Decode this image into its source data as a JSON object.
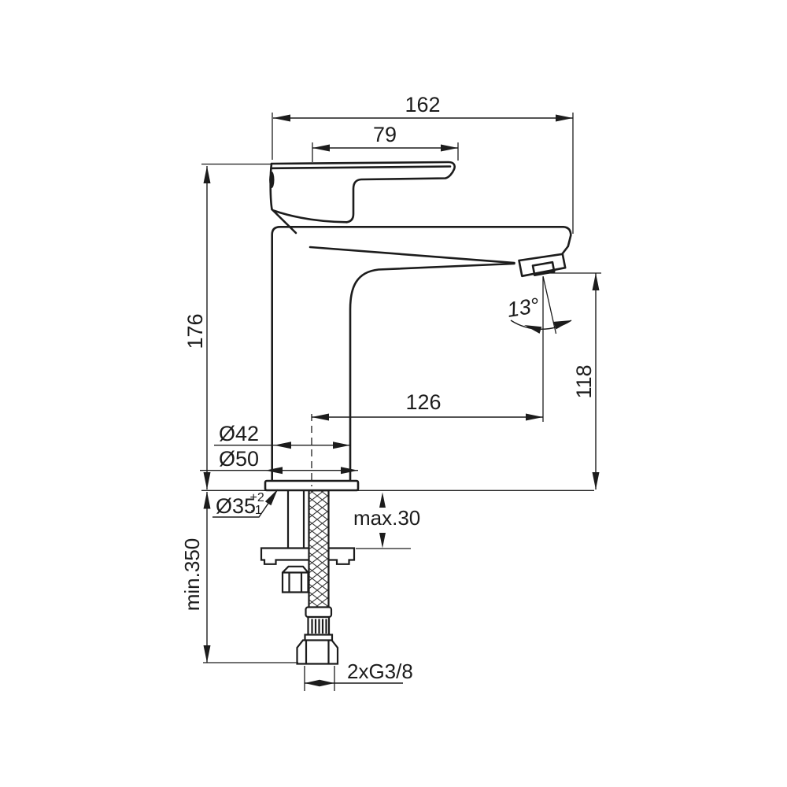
{
  "drawing": {
    "background_color": "#ffffff",
    "line_color": "#1c1c1c",
    "dimensions": {
      "overall_width": "162",
      "handle_length": "79",
      "overall_height": "176",
      "spout_reach": "126",
      "spout_height": "118",
      "spout_angle": "13°",
      "body_diameter": "Ø42",
      "base_diameter": "Ø50",
      "mounting_hole_diameter": "Ø35",
      "mounting_hole_tolerance_plus": "+2",
      "mounting_hole_tolerance_minus": "-1",
      "max_deck_thickness": "max.30",
      "min_hose_clearance": "min.350",
      "supply_connection": "2xG3/8"
    }
  }
}
